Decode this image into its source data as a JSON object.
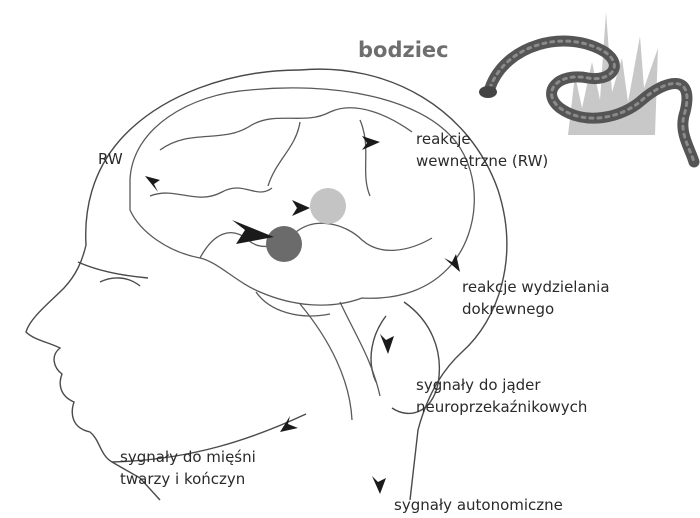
{
  "title": "bodziec",
  "labels": {
    "rw": "RW",
    "internal_line1": "reakcje",
    "internal_line2": "wewnętrzne (RW)",
    "endocrine_line1": "reakcje wydzielania",
    "endocrine_line2": "dokrewnego",
    "nuclei_line1": "sygnały do jąder",
    "nuclei_line2": "neuroprzekaźnikowych",
    "muscles_line1": "sygnały do mięśni",
    "muscles_line2": "twarzy i kończyn",
    "autonomic": "sygnały autonomiczne"
  },
  "colors": {
    "amygdala": "#6b6b6b",
    "thalamus": "#c4c4c4",
    "outline": "#4a4a4a",
    "arrow": "#1a1a1a",
    "grass": "#c8c8c8",
    "snake": "#555555"
  },
  "icons": [
    "head-profile-illustration",
    "snake-illustration",
    "grass-illustration"
  ]
}
